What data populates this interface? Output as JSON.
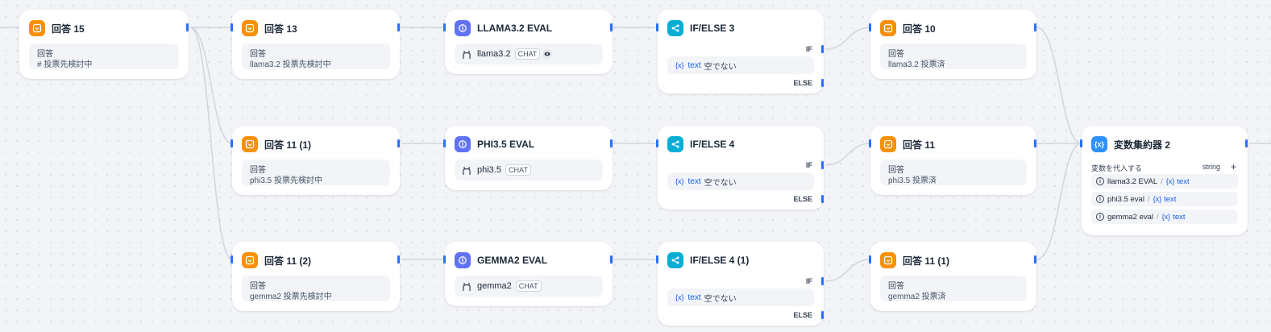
{
  "canvas": {
    "answer_label": "回答",
    "chat_badge": "CHAT",
    "if_label": "IF",
    "else_label": "ELSE",
    "var_symbol": "{x}",
    "condition_variable": "text",
    "condition_operator": "空でない",
    "colors": {
      "orange": "#f79009",
      "purple": "#6172f3",
      "teal": "#06aed4",
      "blue": "#2e90fa",
      "edge": "#d0d5dd",
      "handle": "#2970ff"
    }
  },
  "nodes": {
    "answer15": {
      "title": "回答 15",
      "text": "# 投票先検討中"
    },
    "answer13": {
      "title": "回答 13",
      "text": "llama3.2 投票先検討中"
    },
    "answer11_1": {
      "title": "回答 11 (1)",
      "text": "phi3.5 投票先検討中"
    },
    "answer11_2": {
      "title": "回答 11 (2)",
      "text": "gemma2 投票先検討中"
    },
    "llama_eval": {
      "title": "LLAMA3.2 EVAL",
      "model": "llama3.2"
    },
    "phi_eval": {
      "title": "PHI3.5 EVAL",
      "model": "phi3.5"
    },
    "gemma_eval": {
      "title": "GEMMA2 EVAL",
      "model": "gemma2"
    },
    "ifelse3": {
      "title": "IF/ELSE 3"
    },
    "ifelse4": {
      "title": "IF/ELSE 4"
    },
    "ifelse4_1": {
      "title": "IF/ELSE 4 (1)"
    },
    "answer10": {
      "title": "回答 10",
      "text": "llama3.2 投票済"
    },
    "answer11": {
      "title": "回答 11",
      "text": "phi3.5 投票済"
    },
    "answer11_1b": {
      "title": "回答 11 (1)",
      "text": "gemma2 投票済"
    },
    "aggregator": {
      "title": "変数集約器 2",
      "subtitle": "変数を代入する",
      "type": "string",
      "add": "+",
      "rows": [
        {
          "source": "llama3.2 EVAL",
          "var": "text"
        },
        {
          "source": "phi3.5 eval",
          "var": "text"
        },
        {
          "source": "gemma2 eval",
          "var": "text"
        }
      ]
    }
  }
}
